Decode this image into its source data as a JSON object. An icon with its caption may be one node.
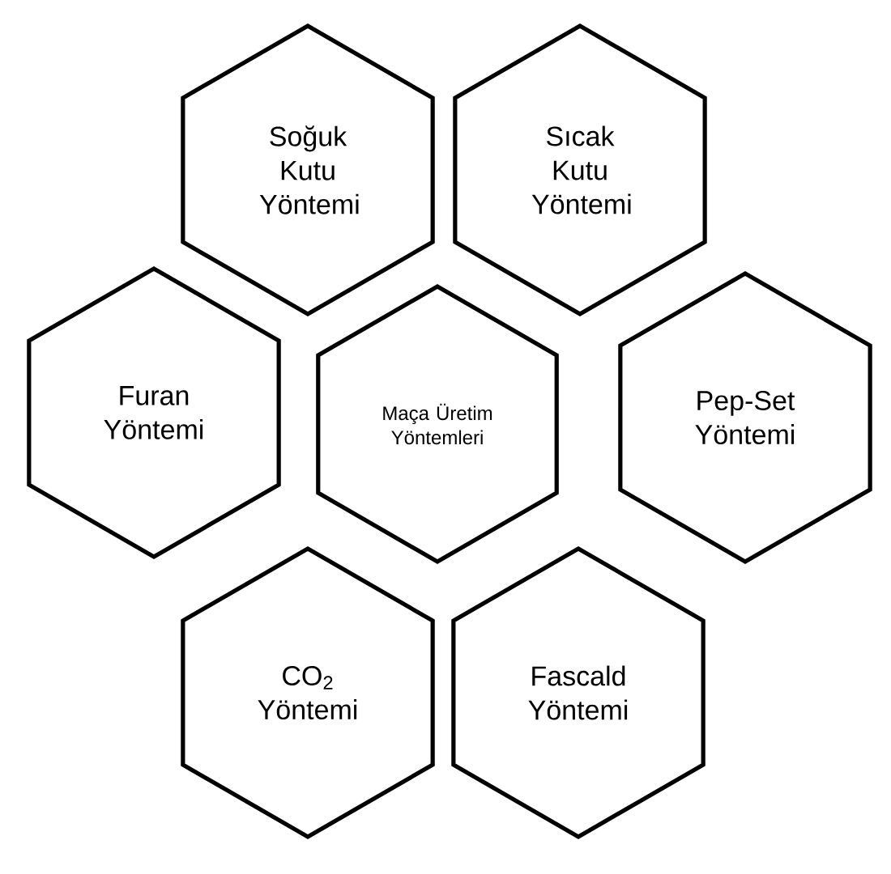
{
  "diagram": {
    "nodes": [
      {
        "text": [
          "Soğuk Kutu Yöntemi"
        ]
      },
      {
        "text": [
          "Sıcak Kutu Yöntemi"
        ]
      },
      {
        "text": [
          "Furan Yöntemi"
        ]
      },
      {
        "text": [
          "Maça Üretim Yöntemleri"
        ]
      },
      {
        "text": [
          "Pep-Set Yöntemi"
        ]
      },
      {
        "text": [
          "CO$_{2}$ Yöntemi"
        ]
      },
      {
        "text": [
          "Fascald Yöntemi"
        ]
      }
    ]
  }
}
